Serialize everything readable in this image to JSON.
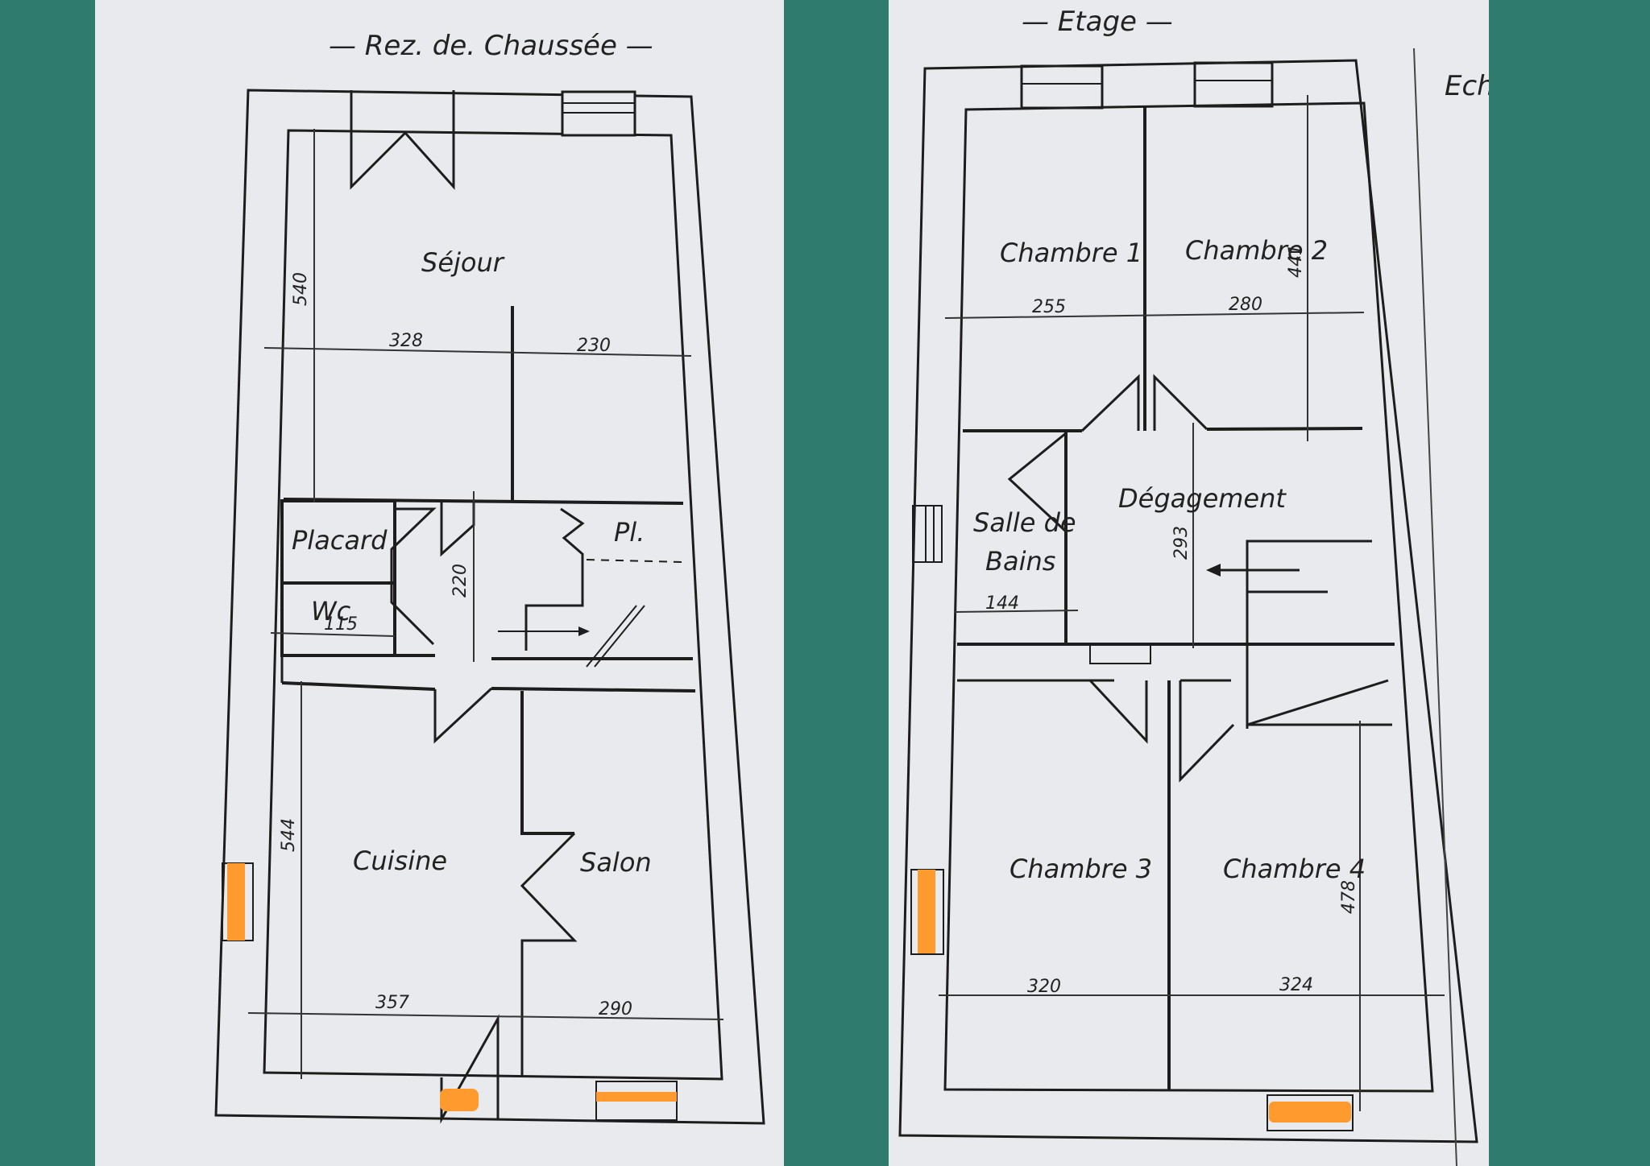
{
  "plans": {
    "ground": {
      "title": "— Rez. de. Chaussée —",
      "rooms": {
        "sejour": "Séjour",
        "placard": "Placard",
        "wc": "Wc",
        "pl": "Pl.",
        "cuisine": "Cuisine",
        "salon": "Salon"
      },
      "dims": {
        "sejour_height": "540",
        "sejour_left": "328",
        "sejour_right": "230",
        "hall_height": "220",
        "wc_width": "115",
        "cuisine_height": "544",
        "cuisine_width": "357",
        "salon_width": "290"
      }
    },
    "upper": {
      "title": "— Etage —",
      "side_label": "Ech",
      "rooms": {
        "chambre1": "Chambre 1",
        "chambre2": "Chambre 2",
        "degagement": "Dégagement",
        "salle_de_bains_1": "Salle de",
        "salle_de_bains_2": "Bains",
        "chambre3": "Chambre 3",
        "chambre4": "Chambre 4"
      },
      "dims": {
        "chambre1_width": "255",
        "chambre2_width": "280",
        "chambre2_height": "441",
        "degagement_height": "293",
        "bains_width": "144",
        "chambre3_width": "320",
        "chambre4_width": "324",
        "chambre4_height": "478"
      }
    }
  },
  "colors": {
    "background": "#2f7c6f",
    "paper": "#e9eaee",
    "ink": "#1d1d1d",
    "highlight": "#ff9a2e"
  }
}
